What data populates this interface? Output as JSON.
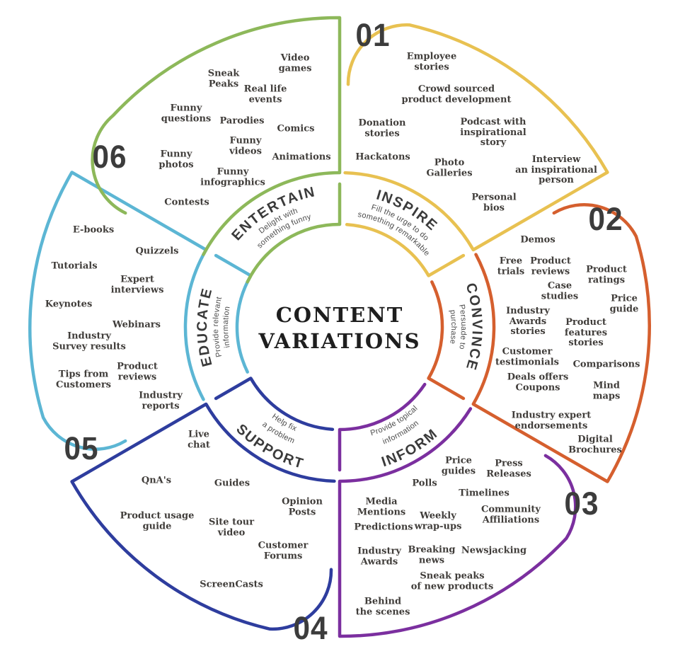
{
  "title": {
    "line1": "CONTENT",
    "line2": "VARIATIONS"
  },
  "sectors": [
    {
      "id": "inspire",
      "number": "01",
      "label": "INSPIRE",
      "tagline1": "Fill the urge to do",
      "tagline2": "something remarkable",
      "color": "#e8c151",
      "items": [
        "Employee\nstories",
        "Crowd sourced\nproduct development",
        "Donation\nstories",
        "Podcast with\ninspirational\nstory",
        "Hackatons",
        "Photo\nGalleries",
        "Interview\nan inspirational\nperson",
        "Personal\nbios"
      ]
    },
    {
      "id": "convince",
      "number": "02",
      "label": "CONVINCE",
      "tagline1": "Persuade to",
      "tagline2": "purchase",
      "color": "#d55f2e",
      "items": [
        "Demos",
        "Free\ntrials",
        "Product\nreviews",
        "Product\nratings",
        "Case\nstudies",
        "Price\nguide",
        "Industry\nAwards\nstories",
        "Product\nfeatures\nstories",
        "Customer\ntestimonials",
        "Comparisons",
        "Deals offers\nCoupons",
        "Mind\nmaps",
        "Industry expert\nendorsements",
        "Digital\nBrochures"
      ]
    },
    {
      "id": "inform",
      "number": "03",
      "label": "INFORM",
      "tagline1": "Provide topical",
      "tagline2": "information",
      "color": "#7b2f9f",
      "items": [
        "Price\nguides",
        "Press\nReleases",
        "Polls",
        "Timelines",
        "Media\nMentions",
        "Community\nAffiliations",
        "Weekly\nwrap-ups",
        "Predictions",
        "Industry\nAwards",
        "Breaking\nnews",
        "Newsjacking",
        "Sneak peaks\nof new products",
        "Behind\nthe scenes"
      ]
    },
    {
      "id": "support",
      "number": "04",
      "label": "SUPPORT",
      "tagline1": "Help fix",
      "tagline2": "a problem",
      "color": "#2e3d9e",
      "items": [
        "Live\nchat",
        "QnA's",
        "Guides",
        "Opinion\nPosts",
        "Product usage\nguide",
        "Site tour\nvideo",
        "Customer\nForums",
        "ScreenCasts"
      ]
    },
    {
      "id": "educate",
      "number": "05",
      "label": "EDUCATE",
      "tagline1": "Provide relevant",
      "tagline2": "information",
      "color": "#5cb6d4",
      "items": [
        "E-books",
        "Quizzels",
        "Tutorials",
        "Expert\ninterviews",
        "Keynotes",
        "Webinars",
        "Industry\nSurvey results",
        "Product\nreviews",
        "Tips from\nCustomers",
        "Industry\nreports"
      ]
    },
    {
      "id": "entertain",
      "number": "06",
      "label": "ENTERTAIN",
      "tagline1": "Delight with",
      "tagline2": "something funny",
      "color": "#8db85a",
      "items": [
        "Video\ngames",
        "Sneak\nPeaks",
        "Real life\nevents",
        "Funny\nquestions",
        "Parodies",
        "Comics",
        "Funny\nvideos",
        "Animations",
        "Funny\nphotos",
        "Funny\ninfographics",
        "Contests"
      ]
    }
  ]
}
